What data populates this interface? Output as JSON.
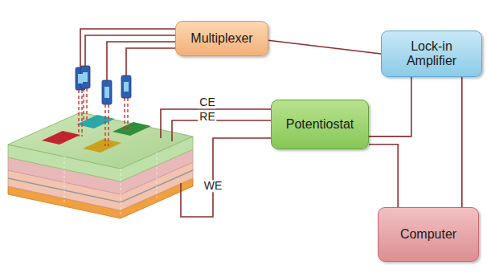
{
  "diagram": {
    "nodes": [
      {
        "text": [
          "Multiplexer"
        ]
      },
      {
        "text": [
          "Lock-in Amplifier"
        ]
      },
      {
        "text": [
          "Potentiostat"
        ]
      },
      {
        "text": [
          "Computer"
        ]
      }
    ],
    "edges": [
      {
        "from": 0,
        "to": 1,
        "arrow": "none"
      },
      {
        "from": 1,
        "to": 2,
        "arrow": "none"
      },
      {
        "from": 1,
        "to": 3,
        "arrow": "none"
      },
      {
        "from": 2,
        "to": 3,
        "arrow": "none"
      }
    ],
    "labels": [
      "CE",
      "RE",
      "WE"
    ]
  }
}
